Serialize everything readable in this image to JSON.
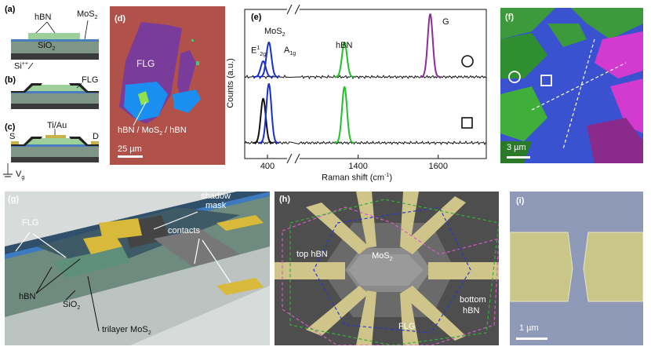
{
  "figure": {
    "a": {
      "label": "(a)",
      "hbn": "hBN",
      "mos2": "MoS",
      "mos2_sub": "2",
      "sio2": "SiO",
      "sio2_sub": "2",
      "si": "Si",
      "si_sup": "++"
    },
    "b": {
      "label": "(b)",
      "flg": "FLG"
    },
    "c": {
      "label": "(c)",
      "tiau": "Ti/Au",
      "s": "S",
      "d": "D",
      "vg": "V",
      "vg_sub": "g"
    },
    "d": {
      "label": "(d)",
      "flg": "FLG",
      "stack": "hBN / MoS",
      "stack_sub": "2",
      "stack_tail": " / hBN",
      "scale": "25 µm",
      "colors": {
        "background": "#b0514a",
        "flg": "#7a3c9a",
        "hbn": "#1a8ff0"
      }
    },
    "e": {
      "label": "(e)",
      "xlabel": "Raman shift (cm",
      "xlabel_sup": "-1",
      "xlabel_tail": ")",
      "ylabel": "Counts (a.u.)",
      "mos2": "MoS",
      "mos2_sub": "2",
      "e2g": "E",
      "e2g_sup": "1",
      "e2g_sub": "2g",
      "a1g": "A",
      "a1g_sub": "1g",
      "hbn": "hBN",
      "g": "G",
      "colors": {
        "mos2": "#1a2ed0",
        "hbn": "#22c02a",
        "graphene": "#8b2d9a",
        "base": "#111111"
      }
    },
    "f": {
      "label": "(f)",
      "scale": "3 µm"
    },
    "g": {
      "label": "(g)",
      "flg": "FLG",
      "shadow_mask": "shadow\nmask",
      "shadow": "shadow",
      "mask": "mask",
      "contacts": "contacts",
      "hbn": "hBN",
      "sio2": "SiO",
      "sio2_sub": "2",
      "trilayer": "trilayer MoS",
      "trilayer_sub": "2"
    },
    "h": {
      "label": "(h)",
      "top_hbn": "top hBN",
      "mos2": "MoS",
      "mos2_sub": "2",
      "bottom": "bottom",
      "bottom_hbn": "hBN",
      "flg": "FLG"
    },
    "i": {
      "label": "(i)",
      "scale": "1 µm"
    }
  },
  "chart_data": {
    "type": "line",
    "title": "",
    "xlabel": "Raman shift (cm-1)",
    "ylabel": "Counts (a.u.)",
    "x_ticks": [
      400,
      1400,
      1600
    ],
    "axis_break": "between ~480 and ~1250 cm-1",
    "series": [
      {
        "name": "circle",
        "peaks": [
          {
            "label": "E12g",
            "x": 385,
            "rel_height": 0.25,
            "color": "mos2"
          },
          {
            "label": "A1g",
            "x": 405,
            "rel_height": 0.55,
            "color": "mos2"
          },
          {
            "label": "hBN",
            "x": 1366,
            "rel_height": 0.55,
            "color": "hbn"
          },
          {
            "label": "G",
            "x": 1580,
            "rel_height": 1.0,
            "color": "graphene"
          }
        ]
      },
      {
        "name": "square",
        "peaks": [
          {
            "label": "E12g",
            "x": 385,
            "rel_height": 0.75,
            "color": "base"
          },
          {
            "label": "A1g",
            "x": 405,
            "rel_height": 1.0,
            "color": "mos2"
          },
          {
            "label": "hBN",
            "x": 1366,
            "rel_height": 0.95,
            "color": "hbn"
          }
        ]
      }
    ]
  }
}
